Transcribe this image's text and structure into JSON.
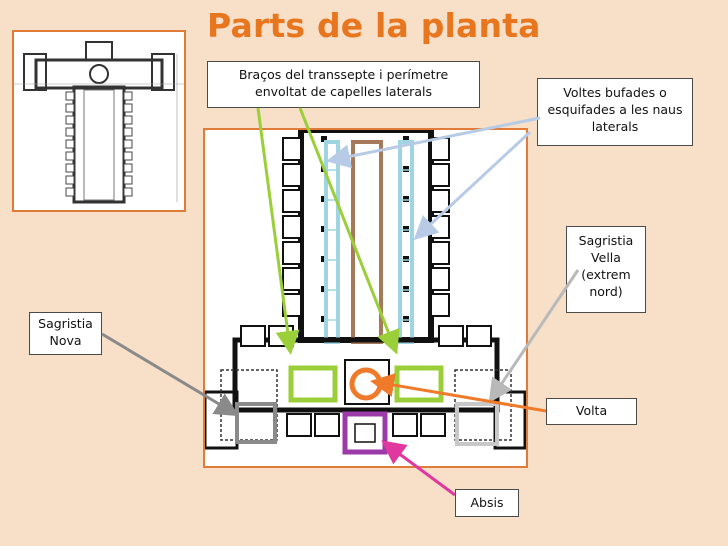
{
  "title": "Parts de la planta",
  "labels": {
    "transsepte": "Braços del transsepte i perímetre\nenvoltat de capelles laterals",
    "voltes": "Voltes  bufades o\nesquifades a les naus\nlaterals",
    "sagristia_vella": "Sagristia\nVella\n(extrem\nnord)",
    "sagristia_nova": "Sagristia\nNova",
    "volta": "Volta",
    "absis": "Absis"
  },
  "colors": {
    "background": "#f7dfc8",
    "title": "#e8761f",
    "frame": "#e07b39",
    "green": "#9bcf3a",
    "light_blue": "#9fd4e3",
    "brown": "#a57a5a",
    "orange": "#ef7a2a",
    "purple": "#9b3aa8",
    "magenta": "#e0389e",
    "grey": "#8a8a8a",
    "light_grey": "#c8c8c8"
  }
}
